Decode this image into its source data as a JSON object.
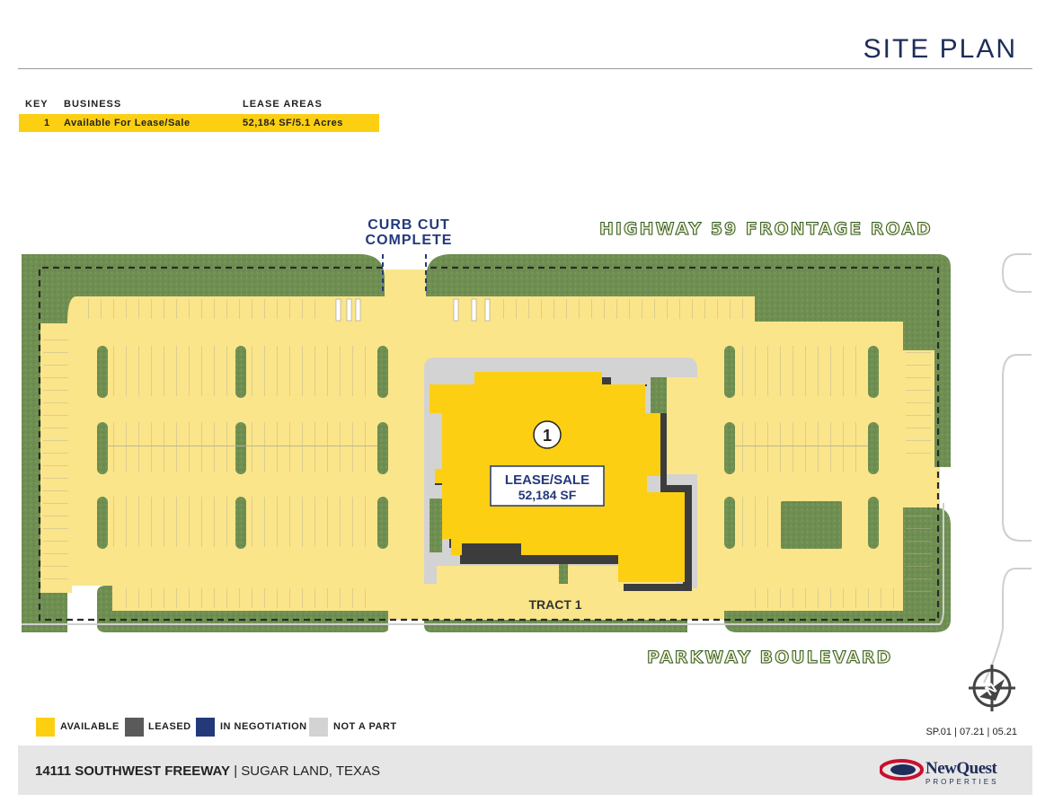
{
  "page": {
    "title": "SITE PLAN"
  },
  "lease_table": {
    "headers": {
      "key": "KEY",
      "business": "BUSINESS",
      "lease_areas": "LEASE AREAS"
    },
    "rows": [
      {
        "key": "1",
        "business": "Available For Lease/Sale",
        "area": "52,184 SF/5.1 Acres"
      }
    ]
  },
  "map": {
    "curb_cut": [
      "CURB CUT",
      "COMPLETE"
    ],
    "roads": {
      "north": "HIGHWAY 59 FRONTAGE ROAD",
      "south": "PARKWAY BOULEVARD"
    },
    "building_key": "1",
    "building_label": [
      "LEASE/SALE",
      "52,184 SF"
    ],
    "tract_label": "TRACT 1",
    "compass": "N",
    "colors": {
      "available": "#fccf12",
      "lot": "#fbe58a",
      "landscape": "#6f8f52",
      "leased": "#3c3c3c",
      "not_a_part": "#d3d3d3"
    }
  },
  "legend": [
    {
      "label": "AVAILABLE",
      "color": "#fccf12"
    },
    {
      "label": "LEASED",
      "color": "#5a5a5a"
    },
    {
      "label": "IN NEGOTIATION",
      "color": "#23397a"
    },
    {
      "label": "NOT A PART",
      "color": "#d3d3d3"
    }
  ],
  "reference": "SP.01 | 07.21 | 05.21",
  "footer": {
    "address_bold": "14111 SOUTHWEST FREEWAY",
    "address_rest": " | SUGAR LAND, TEXAS",
    "logo_main": "NewQuest",
    "logo_sub": "PROPERTIES"
  }
}
